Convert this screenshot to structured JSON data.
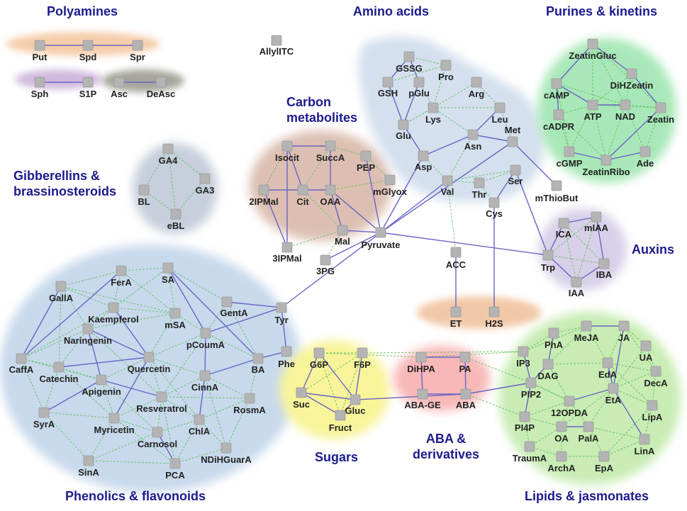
{
  "groups": {
    "polyamines": "Polyamines",
    "amino_acids": "Amino acids",
    "purines": "Purines & kinetins",
    "carbon": "Carbon\nmetabolites",
    "gibberellins": "Gibberellins &\nbrassinosteroids",
    "auxins": "Auxins",
    "phenolics": "Phenolics & flavonoids",
    "sugars": "Sugars",
    "aba": "ABA &\nderivatives",
    "lipids": "Lipids & jasmonates"
  },
  "nodes": {
    "Put": "Put",
    "Spd": "Spd",
    "Spr": "Spr",
    "Sph": "Sph",
    "S1P": "S1P",
    "Asc": "Asc",
    "DeAsc": "DeAsc",
    "AllylITC": "AllylITC",
    "GA4": "GA4",
    "BL": "BL",
    "GA3": "GA3",
    "eBL": "eBL",
    "Isocit": "Isocit",
    "SuccA": "SuccA",
    "PEP": "PEP",
    "2IPMal": "2IPMal",
    "Cit": "Cit",
    "OAA": "OAA",
    "mGlyox": "mGlyox",
    "Mal": "Mal",
    "3IPMal": "3IPMal",
    "Pyruvate": "Pyruvate",
    "3PG": "3PG",
    "GSSG": "GSSG",
    "Pro": "Pro",
    "GSH": "GSH",
    "pGlu": "pGlu",
    "Arg": "Arg",
    "Lys": "Lys",
    "Leu": "Leu",
    "Glu": "Glu",
    "Asn": "Asn",
    "Met": "Met",
    "Asp": "Asp",
    "Val": "Val",
    "Thr": "Thr",
    "Ser": "Ser",
    "Cys": "Cys",
    "mThioBut": "mThioBut",
    "ACC": "ACC",
    "ET": "ET",
    "H2S": "H2S",
    "ZeatinGluc": "ZeatinGluc",
    "DiHZeatin": "DiHZeatin",
    "cAMP": "cAMP",
    "ATP": "ATP",
    "NAD": "NAD",
    "Zeatin": "Zeatin",
    "cADPR": "cADPR",
    "cGMP": "cGMP",
    "Ade": "Ade",
    "ZeatinRibo": "ZeatinRibo",
    "ICA": "ICA",
    "mIAA": "mIAA",
    "Trp": "Trp",
    "IBA": "IBA",
    "IAA": "IAA",
    "FerA": "FerA",
    "SA": "SA",
    "GallA": "GallA",
    "Kaempferol": "Kaempferol",
    "GentA": "GentA",
    "mSA": "mSA",
    "Tyr": "Tyr",
    "Naringenin": "Naringenin",
    "pCoumA": "pCoumA",
    "CaffA": "CaffA",
    "Catechin": "Catechin",
    "Quercetin": "Quercetin",
    "BA": "BA",
    "Phe": "Phe",
    "Apigenin": "Apigenin",
    "CinnA": "CinnA",
    "Resveratrol": "Resveratrol",
    "RosmA": "RosmA",
    "SyrA": "SyrA",
    "Myricetin": "Myricetin",
    "ChlA": "ChlA",
    "Carnosol": "Carnosol",
    "NDiHGuarA": "NDiHGuarA",
    "SinA": "SinA",
    "PCA": "PCA",
    "G6P": "G6P",
    "F6P": "F6P",
    "Suc": "Suc",
    "Gluc": "Gluc",
    "Fruct": "Fruct",
    "DiHPA": "DiHPA",
    "PA": "PA",
    "ABA-GE": "ABA-GE",
    "ABA": "ABA",
    "PhA": "PhA",
    "MeJA": "MeJA",
    "JA": "JA",
    "IP3": "IP3",
    "UA": "UA",
    "DAG": "DAG",
    "EdA": "EdA",
    "DecA": "DecA",
    "PIP2": "PIP2",
    "12OPDA": "12OPDA",
    "EtA": "EtA",
    "LipA": "LipA",
    "PI4P": "PI4P",
    "OA": "OA",
    "PalA": "PalA",
    "LinA": "LinA",
    "TraumA": "TraumA",
    "EpA": "EpA",
    "ArchA": "ArchA"
  }
}
